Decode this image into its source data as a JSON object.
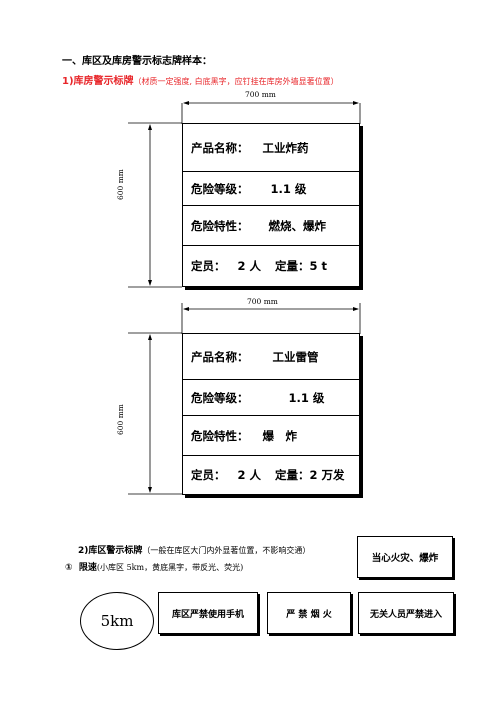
{
  "heading": "一、库区及库房警示标志牌样本：",
  "section1": {
    "title": "1)库房警示标牌",
    "note": "（材质一定强度, 白底黑字，应钉挂在库房外墙显著位置）"
  },
  "sign1": {
    "width_label": "700 mm",
    "height_label": "600 mm",
    "rows": [
      {
        "label": "产品名称：",
        "value": "工业炸药"
      },
      {
        "label": "危险等级：",
        "value": "1.1 级"
      },
      {
        "label": "危险特性：",
        "value": "燃烧、爆炸"
      },
      {
        "label": "定员：",
        "value": "2 人",
        "label2": "定量：",
        "value2": "5 t"
      }
    ]
  },
  "sign2": {
    "width_label": "700 mm",
    "height_label": "600 mm",
    "rows": [
      {
        "label": "产品名称：",
        "value": "工业雷管"
      },
      {
        "label": "危险等级：",
        "value": "1.1 级"
      },
      {
        "label": "危险特性：",
        "value": "爆　炸"
      },
      {
        "label": "定员：",
        "value": "2 人",
        "label2": "定量：",
        "value2": "2 万发"
      }
    ]
  },
  "section2": {
    "title": "2)库区警示标牌",
    "note": "（一般在库区大门内外显著位置，不影响交通）",
    "item_num": "①",
    "item_title": "限速",
    "item_note": "(小库区 5km，黄底黑字，带反光、荧光)"
  },
  "signs": {
    "fire": "当心火灾、爆炸",
    "speed": "5km",
    "phone": "库区严禁使用手机",
    "smoke": "严 禁 烟 火",
    "entry": "无关人员严禁进入"
  }
}
